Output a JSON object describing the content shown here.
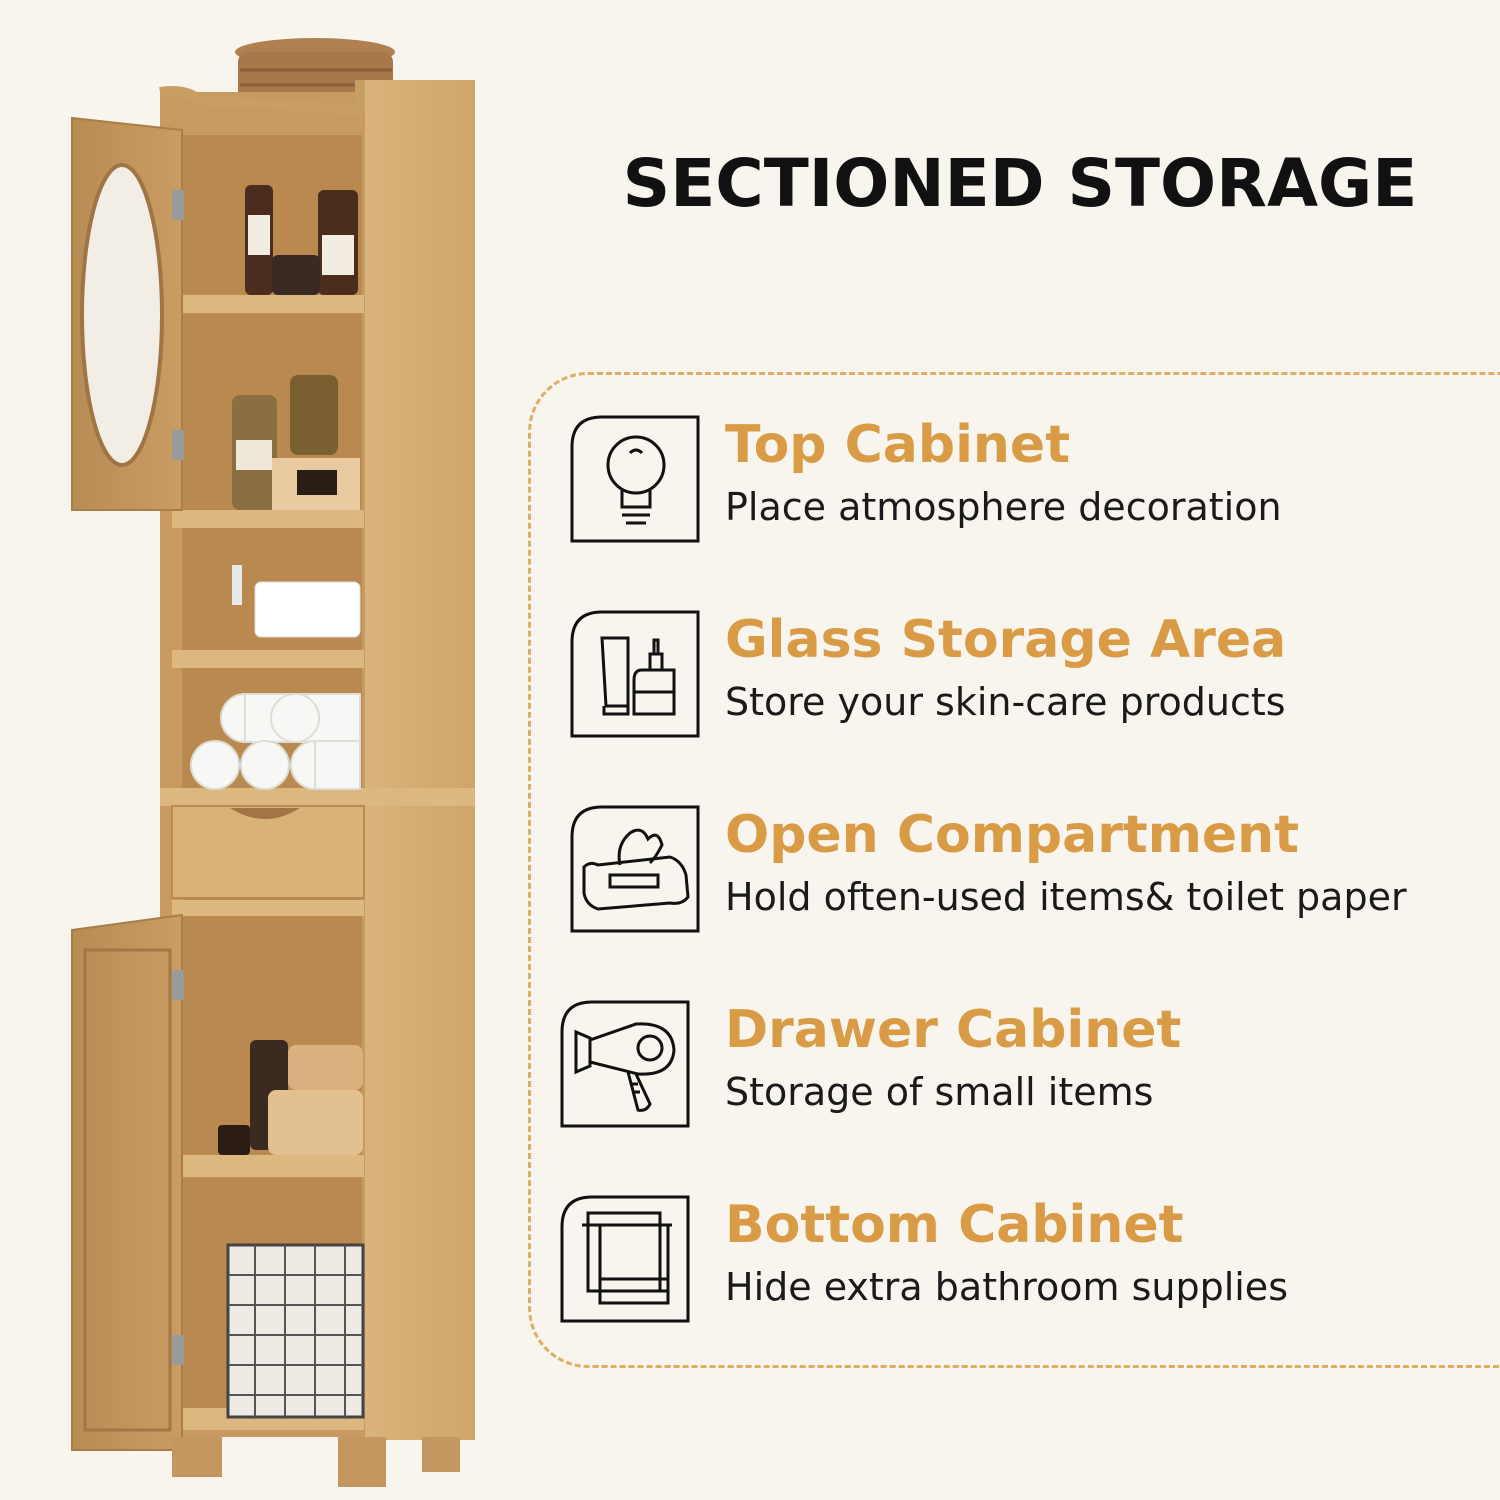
{
  "title": "SECTIONED STORAGE",
  "accent_color": "#d99b45",
  "features": [
    {
      "icon": "light-bulb-icon",
      "title": "Top Cabinet",
      "description": "Place atmosphere decoration"
    },
    {
      "icon": "skincare-bottles-icon",
      "title": "Glass Storage Area",
      "description": "Store your skin-care products"
    },
    {
      "icon": "wet-wipes-icon",
      "title": "Open Compartment",
      "description": "Hold often-used items& toilet paper"
    },
    {
      "icon": "hair-dryer-icon",
      "title": "Drawer Cabinet",
      "description": "Storage of small items"
    },
    {
      "icon": "towel-rack-icon",
      "title": "Bottom Cabinet",
      "description": "Hide extra bathroom supplies"
    }
  ]
}
